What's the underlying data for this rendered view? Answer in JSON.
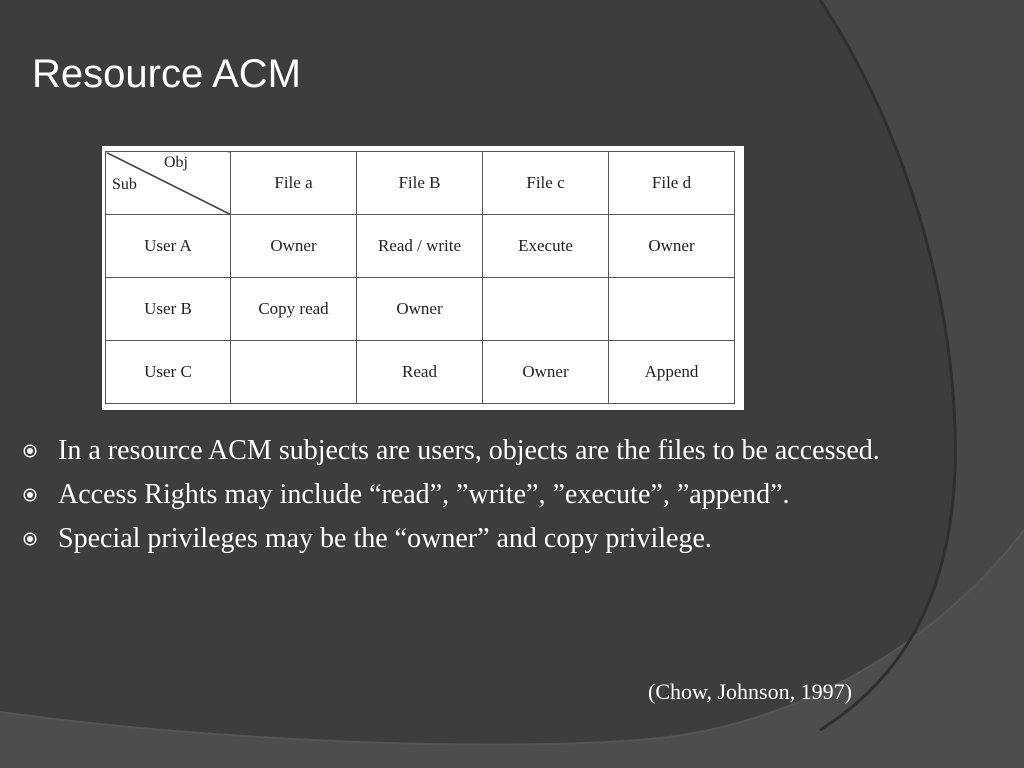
{
  "slide": {
    "title": "Resource ACM",
    "citation": "(Chow, Johnson, 1997)"
  },
  "table": {
    "corner": {
      "obj": "Obj",
      "sub": "Sub"
    },
    "columns": [
      "File a",
      "File B",
      "File c",
      "File d"
    ],
    "rows": [
      {
        "subject": "User A",
        "cells": [
          "Owner",
          "Read / write",
          "Execute",
          "Owner"
        ]
      },
      {
        "subject": "User B",
        "cells": [
          "Copy read",
          "Owner",
          "",
          ""
        ]
      },
      {
        "subject": "User C",
        "cells": [
          "",
          "Read",
          "Owner",
          "Append"
        ]
      }
    ]
  },
  "bullets": [
    {
      "text": "In a resource ACM subjects are users, objects are the files to be accessed.",
      "icon": "circled-dot-icon"
    },
    {
      "text": "Access Rights may include “read”, ”write”, ”execute”, ”append”.",
      "icon": "circled-dot-icon"
    },
    {
      "text": "Special privileges may be the “owner” and copy privilege.",
      "icon": "circled-dot-icon"
    }
  ],
  "colors": {
    "background": "#3a3a3a",
    "text": "#ffffff"
  }
}
